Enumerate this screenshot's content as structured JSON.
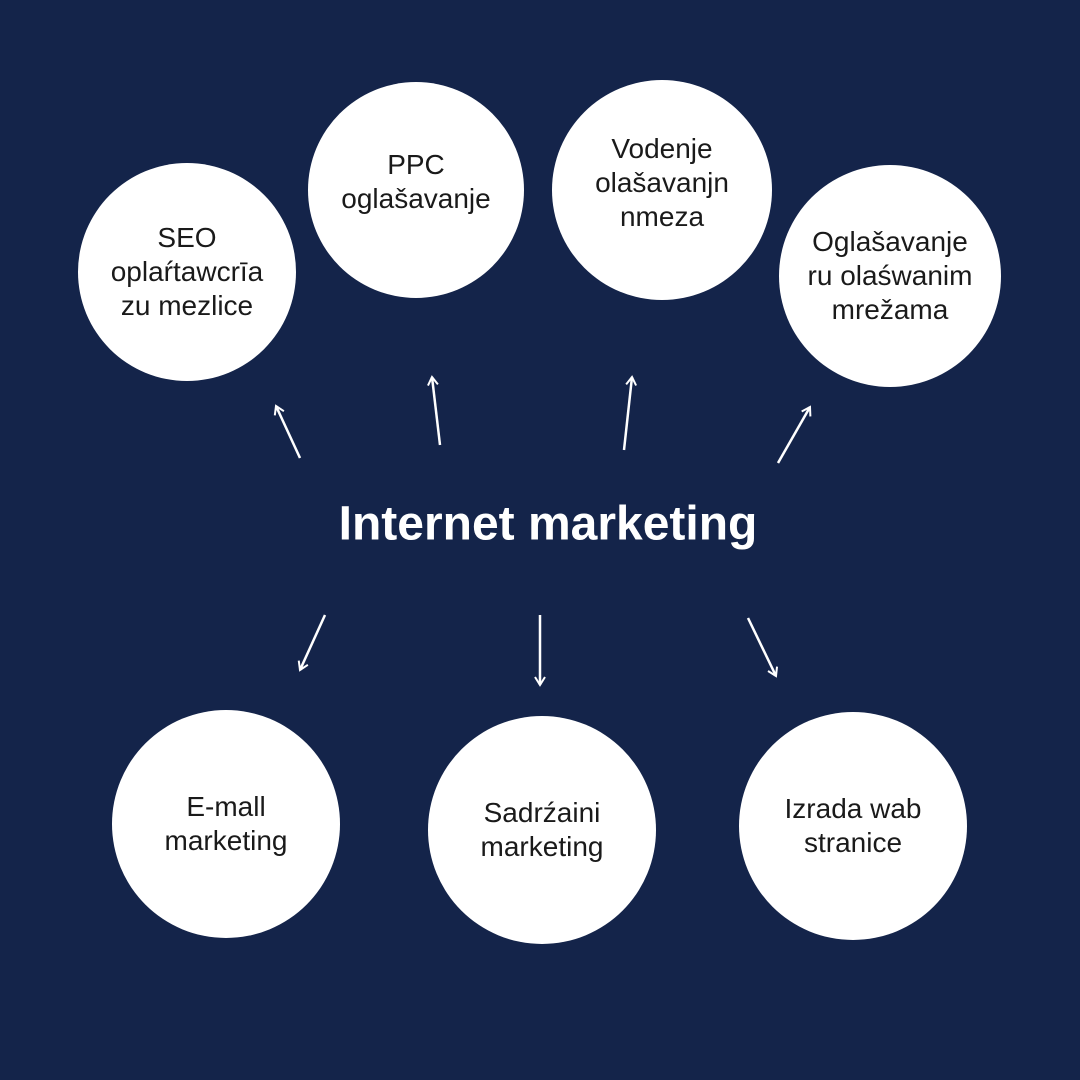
{
  "title": "Internet marketing",
  "colors": {
    "background": "#14244a",
    "node": "#ffffff",
    "arrow": "#ffffff"
  },
  "nodes": [
    {
      "lines": [
        "SEO",
        "oplaŕtawcrīa",
        "zu mezlice"
      ]
    },
    {
      "lines": [
        "PPC",
        "oglašavanje"
      ]
    },
    {
      "lines": [
        "Vodenje",
        "olašavanjn",
        "nmeza"
      ]
    },
    {
      "lines": [
        "Oglašavanje",
        "ru olaśwanim",
        "mrežama"
      ]
    },
    {
      "lines": [
        "E-mall",
        "marketing"
      ]
    },
    {
      "lines": [
        "Sadrźaini",
        "marketing"
      ]
    },
    {
      "lines": [
        "Izrada wab",
        "stranice"
      ]
    }
  ]
}
